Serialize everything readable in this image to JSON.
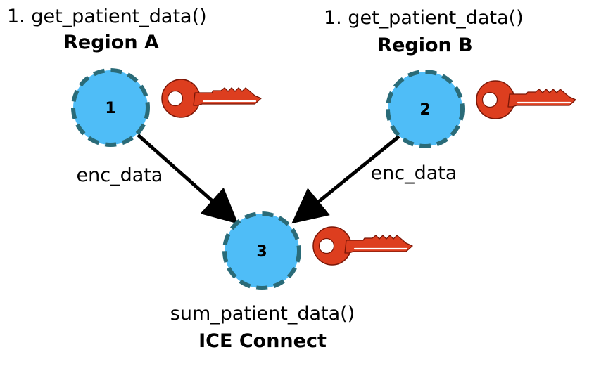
{
  "nodes": [
    {
      "id": "1",
      "label": "1",
      "function": "1. get_patient_data()",
      "name": "Region A"
    },
    {
      "id": "2",
      "label": "2",
      "function": "1. get_patient_data()",
      "name": "Region B"
    },
    {
      "id": "3",
      "label": "3",
      "function": "sum_patient_data()",
      "name": "ICE Connect"
    }
  ],
  "edges": [
    {
      "from": "1",
      "to": "3",
      "label": "enc_data"
    },
    {
      "from": "2",
      "to": "3",
      "label": "enc_data"
    }
  ],
  "colors": {
    "node_fill": "#4fbdf7",
    "node_border": "#2a6b78",
    "key_fill": "#dd3e1f",
    "key_outline": "#7a1606",
    "arrow": "#000000"
  },
  "icons": {
    "key": "key-icon"
  }
}
